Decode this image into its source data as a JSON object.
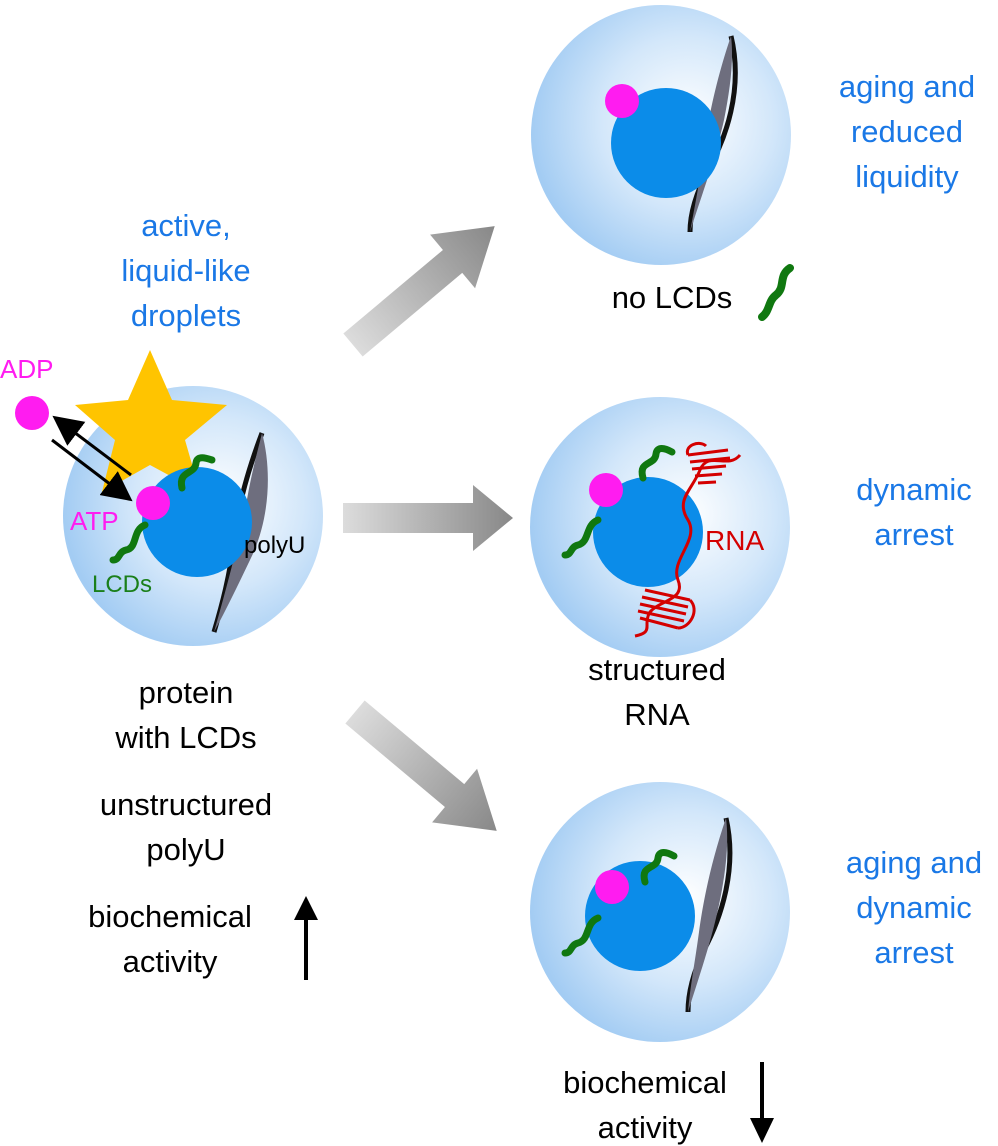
{
  "colors": {
    "droplet_edge": "#a9d0f5",
    "droplet_center": "#ffffff",
    "protein": "#0b8ce9",
    "atp": "#ff1cf0",
    "lcd": "#107810",
    "rna": "#d40000",
    "star": "#ffc400",
    "label_blue": "#1a78e6",
    "arrow_gray": "#8c8c8c"
  },
  "left": {
    "state_label": [
      "active,",
      "liquid-like",
      "droplets"
    ],
    "adp_label": "ADP",
    "atp_label": "ATP",
    "lcds_label": "LCDs",
    "polyu_label": "polyU",
    "caption_protein": [
      "protein",
      "with LCDs"
    ],
    "caption_polyu": [
      "unstructured",
      "polyU"
    ],
    "caption_activity": [
      "biochemical",
      "activity"
    ],
    "activity_direction": "up"
  },
  "top": {
    "caption": "no LCDs",
    "outcome": [
      "aging and",
      "reduced",
      "liquidity"
    ]
  },
  "middle": {
    "rna_label": "RNA",
    "caption": [
      "structured",
      "RNA"
    ],
    "outcome": [
      "dynamic",
      "arrest"
    ]
  },
  "bottom": {
    "outcome": [
      "aging and",
      "dynamic",
      "arrest"
    ],
    "caption_activity": [
      "biochemical",
      "activity"
    ],
    "activity_direction": "down"
  },
  "icons": [
    "star-icon",
    "up-arrow-icon",
    "down-arrow-icon",
    "lcd-squiggle-icon"
  ]
}
